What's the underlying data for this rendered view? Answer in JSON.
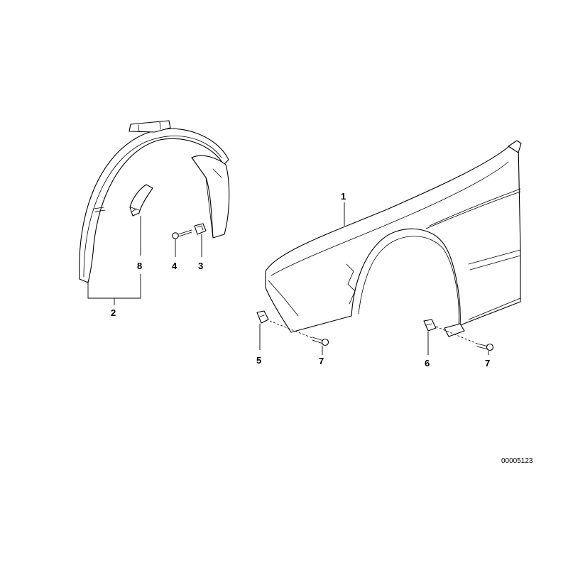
{
  "callouts": {
    "c1": "1",
    "c2": "2",
    "c3": "3",
    "c4": "4",
    "c5": "5",
    "c6": "6",
    "c7a": "7",
    "c7b": "7",
    "c8": "8"
  },
  "document_id": "00005123"
}
